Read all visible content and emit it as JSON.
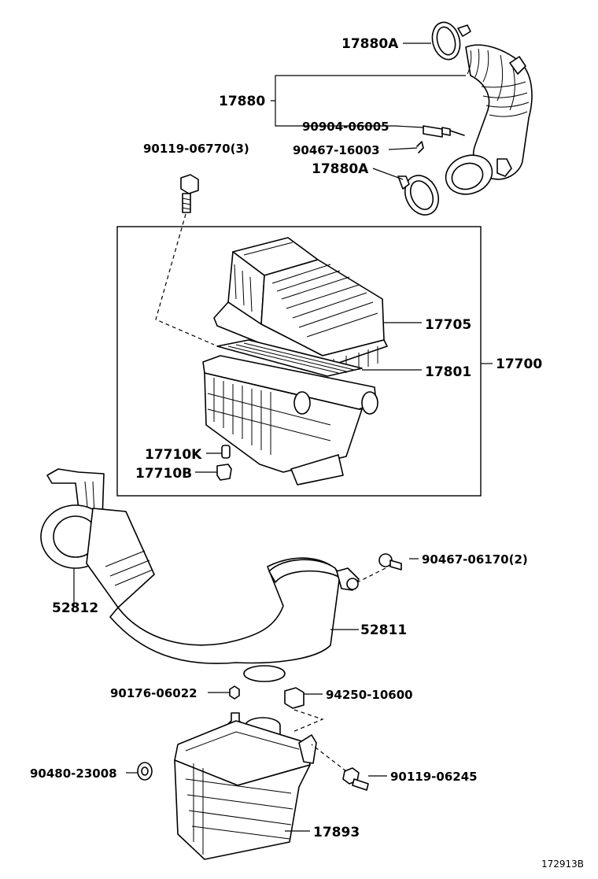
{
  "labels": {
    "p17880A_top": "17880A",
    "p17880": "17880",
    "p90904": "90904-06005",
    "p90467_16003": "90467-16003",
    "p17880A_bot": "17880A",
    "p90119_06770": "90119-06770(3)",
    "p17705": "17705",
    "p17801": "17801",
    "p17700": "17700",
    "p17710K": "17710K",
    "p17710B": "17710B",
    "p90467_06170": "90467-06170(2)",
    "p52812": "52812",
    "p52811": "52811",
    "p90176": "90176-06022",
    "p94250": "94250-10600",
    "p90480": "90480-23008",
    "p90119_06245": "90119-06245",
    "p17893": "17893"
  },
  "footer": {
    "drawing_number": "172913B"
  }
}
